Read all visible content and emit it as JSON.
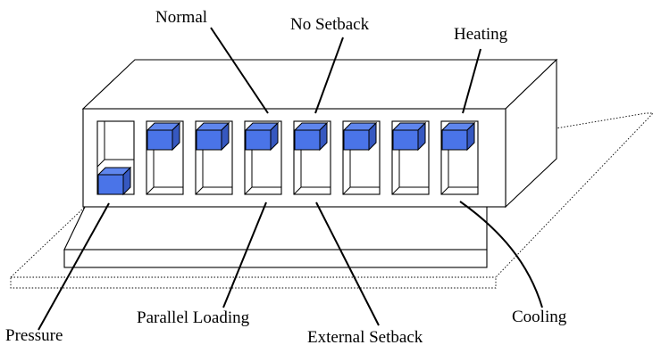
{
  "colors": {
    "knob_front": "#4a74e8",
    "knob_top": "#5f86ee",
    "knob_side": "#3658c0",
    "line": "#000000",
    "background": "#ffffff"
  },
  "labels": {
    "normal": "Normal",
    "no_setback": "No Setback",
    "heating": "Heating",
    "pressure": "Pressure",
    "parallel_loading": "Parallel Loading",
    "external_setback": "External Setback",
    "cooling": "Cooling"
  },
  "switches": [
    {
      "index": 1,
      "position": "down"
    },
    {
      "index": 2,
      "position": "up"
    },
    {
      "index": 3,
      "position": "up"
    },
    {
      "index": 4,
      "position": "up"
    },
    {
      "index": 5,
      "position": "up"
    },
    {
      "index": 6,
      "position": "up"
    },
    {
      "index": 7,
      "position": "up"
    },
    {
      "index": 8,
      "position": "up"
    }
  ]
}
